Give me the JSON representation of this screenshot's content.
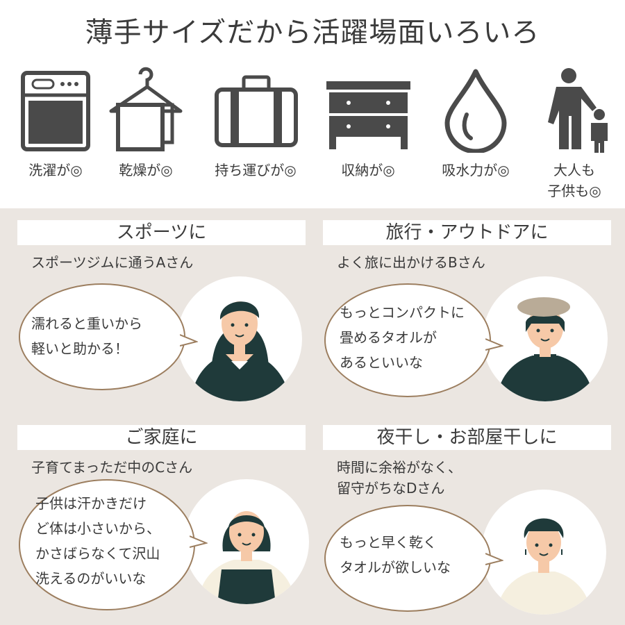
{
  "header": {
    "title": "薄手サイズだから活躍場面いろいろ"
  },
  "uses": [
    {
      "icon": "washing-machine-icon",
      "label": "洗濯が◎"
    },
    {
      "icon": "hanger-towel-icon",
      "label": "乾燥が◎"
    },
    {
      "icon": "suitcase-icon",
      "label": "持ち運びが◎"
    },
    {
      "icon": "drawer-cabinet-icon",
      "label": "収納が◎"
    },
    {
      "icon": "water-drop-icon",
      "label": "吸水力が◎"
    },
    {
      "icon": "adult-child-icon",
      "label": "大人も\n子供も◎"
    }
  ],
  "scenes": [
    {
      "heading": "スポーツに",
      "person": "スポーツジムに通うAさん",
      "comment": "濡れると重いから\n軽いと助かる！"
    },
    {
      "heading": "旅行・アウトドアに",
      "person": "よく旅に出かけるBさん",
      "comment": "もっとコンパクトに\n畳めるタオルが\nあるといいな"
    },
    {
      "heading": "ご家庭に",
      "person": "子育てまっただ中のCさん",
      "comment": "子供は汗かきだけ\nど体は小さいから、\nかさばらなくて沢山\n洗えるのがいいな"
    },
    {
      "heading": "夜干し・お部屋干しに",
      "person": "時間に余裕がなく、\n留守がちなDさん",
      "comment": "もっと早く乾く\nタオルが欲しいな"
    }
  ],
  "colors": {
    "icon": "#4a4a4a",
    "panel_bg": "#ebe6e1",
    "bubble_border": "#9c7e5f",
    "clothing_dark": "#1f3a3a",
    "hair": "#1f3a3a",
    "skin": "#f6c9a8",
    "beret": "#b9ab97",
    "cream": "#f5efdf"
  }
}
